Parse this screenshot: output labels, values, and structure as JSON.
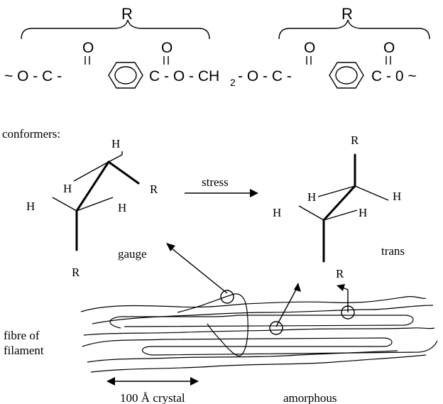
{
  "formula": {
    "group_label_left": "R",
    "group_label_right": "R",
    "chain": [
      "~ O - C -",
      "C - O - CH",
      "2",
      "- O - C -",
      "C - 0 ~"
    ],
    "carbonyl_o": [
      "O",
      "O",
      "O",
      "O"
    ]
  },
  "conformers": {
    "title": "conformers:",
    "gauche_h": [
      "H",
      "H",
      "H",
      "H"
    ],
    "gauche_r": [
      "R",
      "R"
    ],
    "arrow_label": "stress",
    "trans_r": [
      "R",
      "R"
    ],
    "trans_h": [
      "H",
      "H",
      "H",
      "H"
    ],
    "gauche_label": "gauge",
    "trans_label": "trans"
  },
  "fibre": {
    "label_line1": "fibre of",
    "label_line2": "filament",
    "crystal_label": "100 Å crystal",
    "amorphous_label": "amorphous"
  }
}
